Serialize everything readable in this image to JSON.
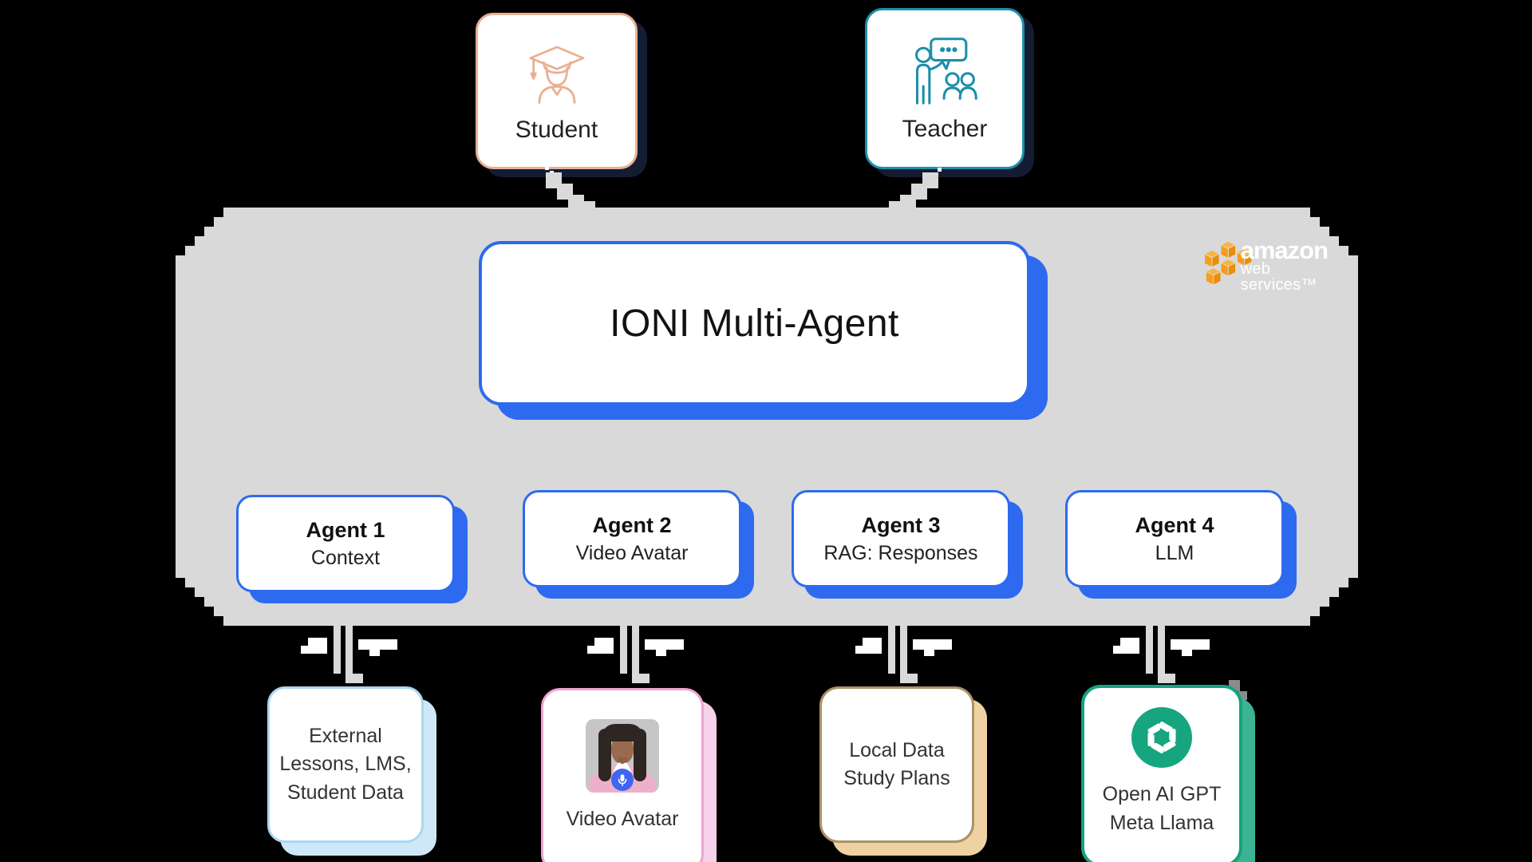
{
  "page": {
    "background_color": "#000000"
  },
  "actors": {
    "student": {
      "label": "Student",
      "border_color": "#eaaf92"
    },
    "teacher": {
      "label": "Teacher",
      "border_color": "#1d8fab"
    }
  },
  "platform": {
    "title": "IONI Multi-Agent",
    "container_color": "#d9d9d9",
    "accent_blue": "#2e6af0",
    "aws_logo": {
      "line1": "amazon",
      "line2": "web services™",
      "cube_orange": "#f9a01b",
      "text_color": "#ffffff"
    }
  },
  "agents": [
    {
      "title": "Agent 1",
      "subtitle": "Context"
    },
    {
      "title": "Agent 2",
      "subtitle": "Video Avatar"
    },
    {
      "title": "Agent 3",
      "subtitle": "RAG: Responses"
    },
    {
      "title": "Agent 4",
      "subtitle": "LLM"
    }
  ],
  "resources": [
    {
      "label": "External\nLessons, LMS,\nStudent Data",
      "border_color": "#a9d7f1",
      "shadow_color": "#cfe8f7"
    },
    {
      "label": "Video Avatar",
      "border_color": "#efa3d2",
      "shadow_color": "#f8d2ea"
    },
    {
      "label": "Local Data\nStudy Plans",
      "border_color": "#ab9266",
      "shadow_color": "#eed2a2"
    },
    {
      "label": "Open AI GPT\nMeta Llama",
      "border_color": "#14a381",
      "shadow_color": "#3cb493"
    }
  ],
  "icons": {
    "student": "graduation-cap-student-icon",
    "teacher": "teacher-presenting-icon",
    "aws": "aws-cubes-logo",
    "openai": "openai-knot-icon",
    "microphone": "microphone-icon",
    "avatar": "video-avatar-photo"
  }
}
